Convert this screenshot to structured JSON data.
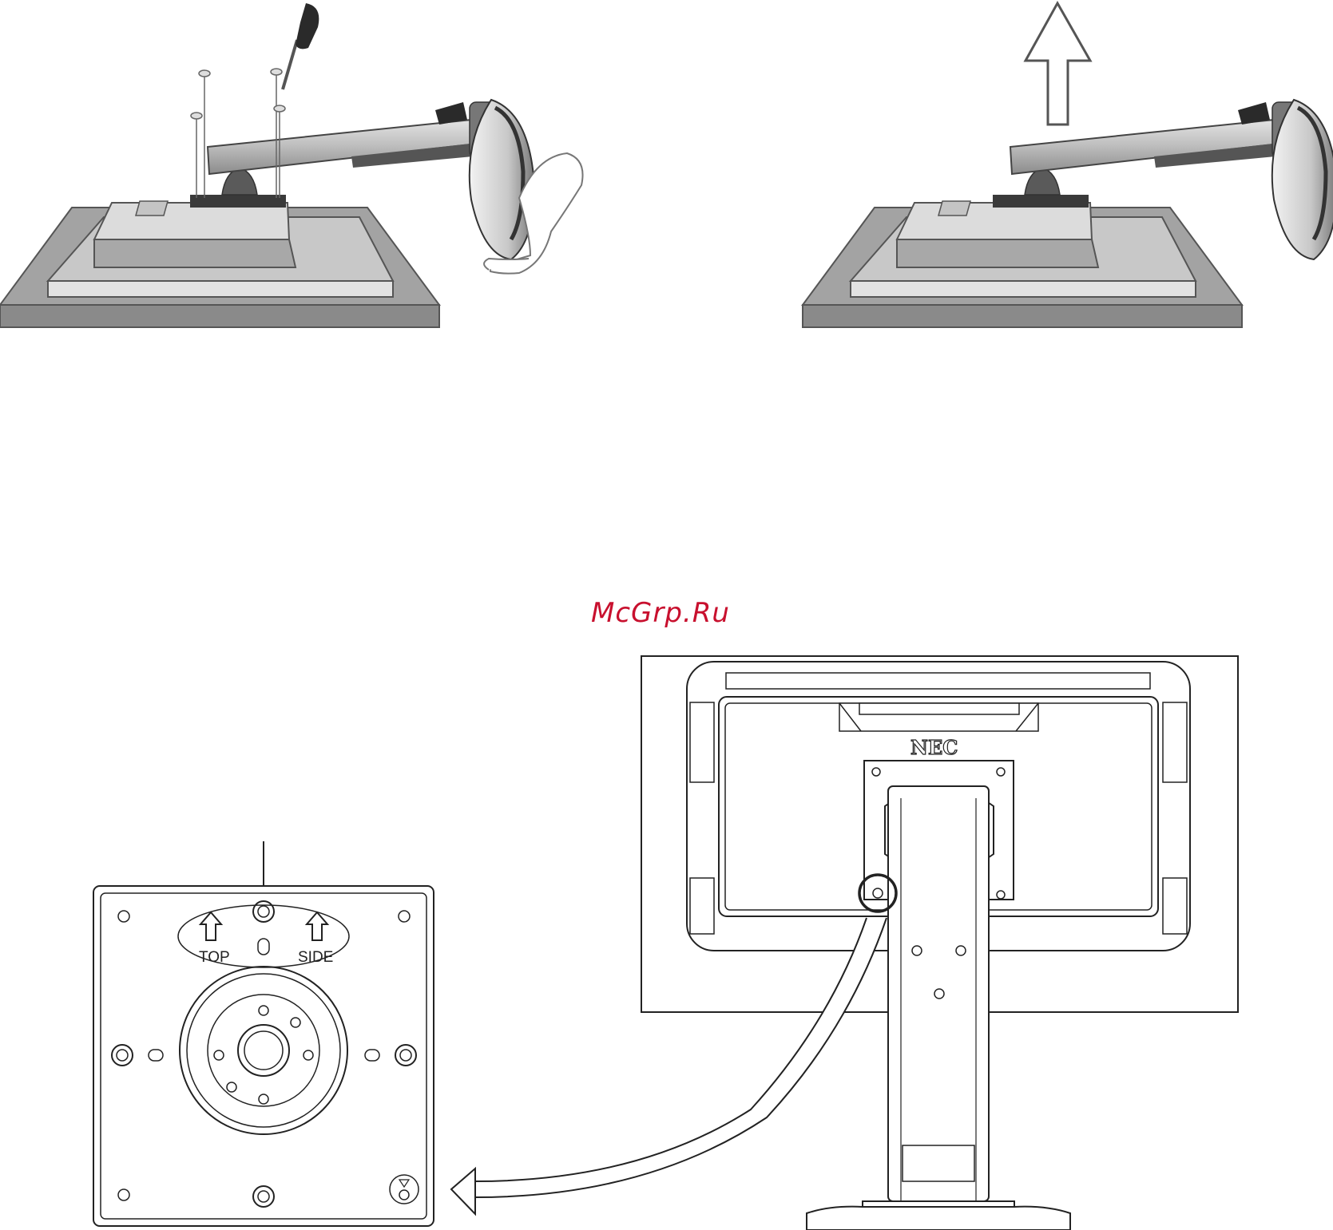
{
  "watermark": "McGrp.Ru",
  "monitor_logo": "NEC",
  "plate_labels": {
    "top": "TOP",
    "side": "SIDE"
  },
  "icons": [
    "screwdriver-icon",
    "screw-icon",
    "hand-icon",
    "up-arrow-icon",
    "curved-arrow-icon",
    "triangle-mark-icon"
  ],
  "colors": {
    "base_gray": "#9a9a9a",
    "light_gray": "#cfcfcf",
    "arm_gray": "#b5b5b5",
    "dark": "#2a2a2a",
    "watermark": "#c8102e"
  }
}
